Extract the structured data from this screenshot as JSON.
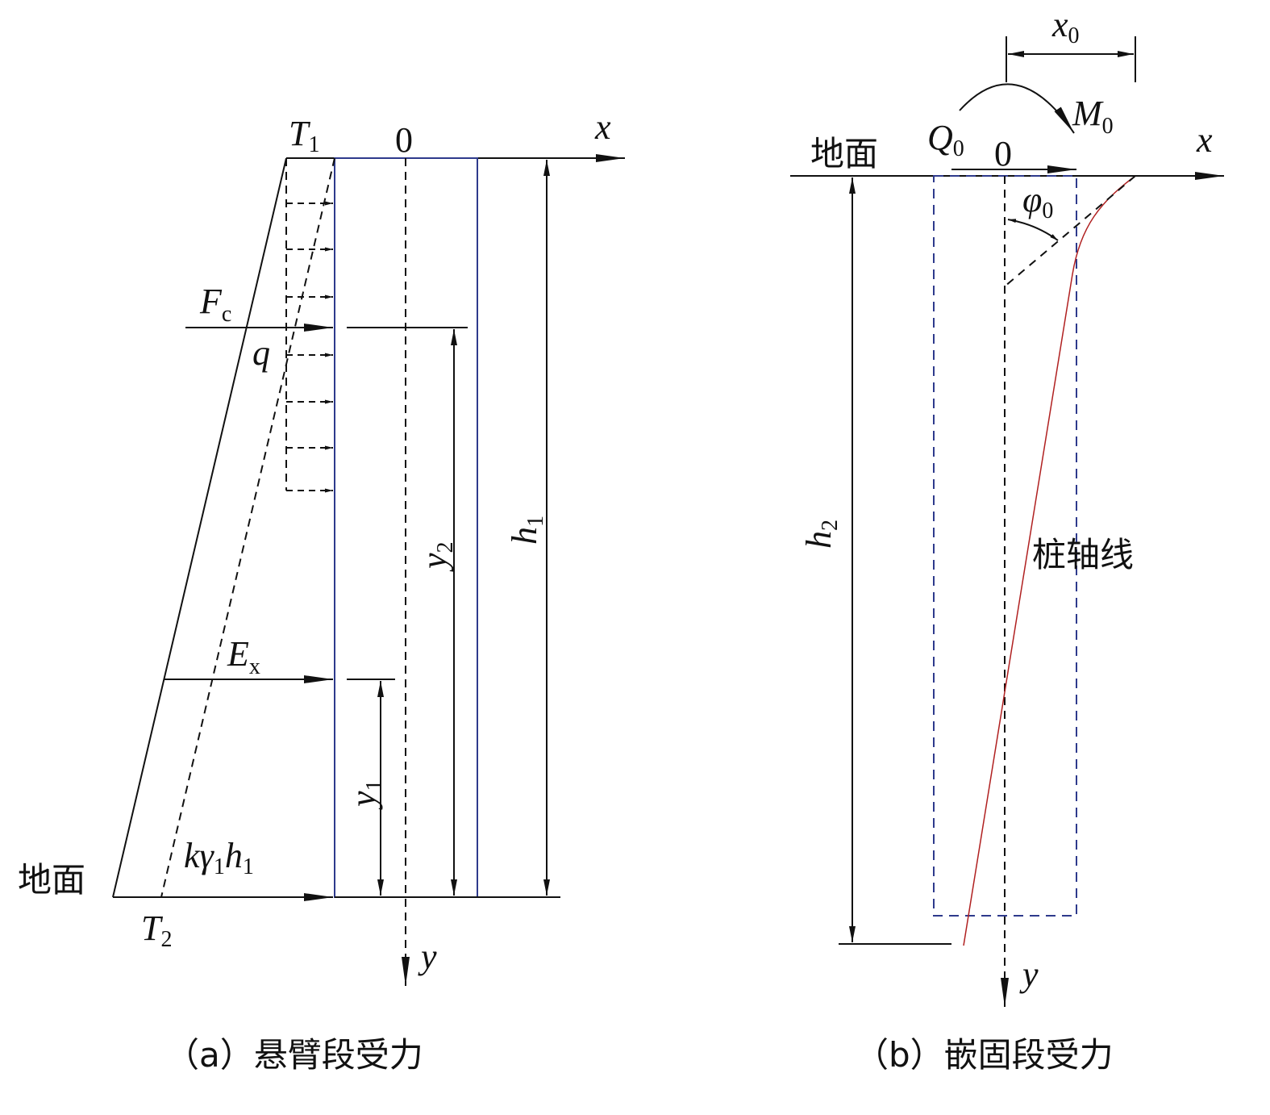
{
  "panel_a": {
    "caption": "（a）悬臂段受力",
    "ground": "地面",
    "origin": "0",
    "x_axis": "x",
    "y_axis": "y",
    "T1": {
      "main": "T",
      "sub": "1"
    },
    "T2": {
      "main": "T",
      "sub": "2"
    },
    "Fc": {
      "main": "F",
      "sub": "c"
    },
    "q": "q",
    "Ex": {
      "main": "E",
      "sub": "x"
    },
    "y1": {
      "main": "y",
      "sub": "1"
    },
    "y2": {
      "main": "y",
      "sub": "2"
    },
    "h1": {
      "main": "h",
      "sub": "1"
    },
    "pressure": {
      "k": "kγ",
      "sub1": "1",
      "h": "h",
      "sub2": "1"
    }
  },
  "panel_b": {
    "caption": "（b）嵌固段受力",
    "ground": "地面",
    "origin": "0",
    "x_axis": "x",
    "y_axis": "y",
    "Q0": {
      "main": "Q",
      "sub": "0"
    },
    "M0": {
      "main": "M",
      "sub": "0"
    },
    "x0": {
      "main": "x",
      "sub": "0"
    },
    "phi0": {
      "main": "φ",
      "sub": "0"
    },
    "h2": {
      "main": "h",
      "sub": "2"
    },
    "pile_axis": "桩轴线"
  },
  "colors": {
    "pile": "#2e3a8c",
    "deflection": "#b02020",
    "line": "#111111"
  }
}
